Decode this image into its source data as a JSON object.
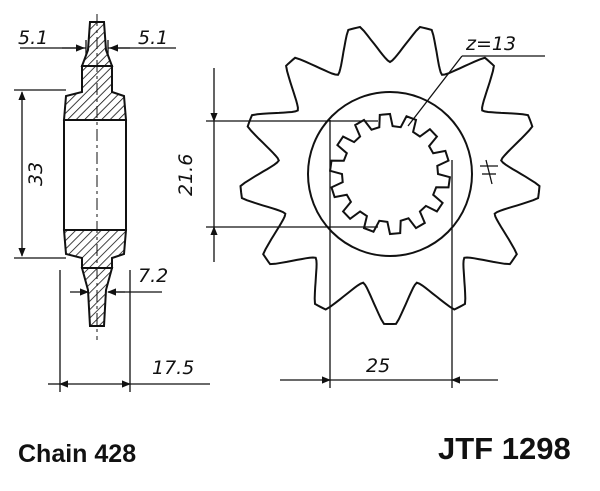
{
  "drawing": {
    "teeth_count": 13,
    "dimensions": {
      "hub_offset_left": "5.1",
      "hub_offset_right": "5.1",
      "hub_height": "33",
      "tooth_width": "7.2",
      "overall_width": "17.5",
      "spline_diameter": "21.6",
      "spline_width": "25",
      "teeth_label": "z=13"
    }
  },
  "caption": {
    "chain": "Chain 428",
    "part_number": "JTF 1298"
  }
}
